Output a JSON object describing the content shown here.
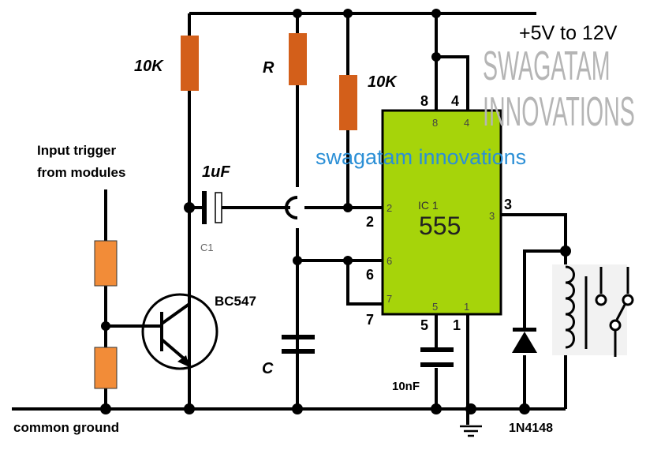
{
  "supply_label": "+5V to 12V",
  "watermark": "swagatam innovations",
  "faded_watermark": "SWAGATAM INNOVATIONS",
  "input_label": [
    "Input trigger",
    "from modules"
  ],
  "ground_label": "common ground",
  "components": {
    "r1": "10K",
    "r_timing": "R",
    "r2": "10K",
    "c1_value": "1uF",
    "c1_ref": "C1",
    "transistor": "BC547",
    "c_timing": "C",
    "c_control": "10nF",
    "diode": "1N4148"
  },
  "ic": {
    "ref": "IC 1",
    "part": "555",
    "pins_inner": [
      "8",
      "4",
      "2",
      "6",
      "7",
      "5",
      "1",
      "3"
    ],
    "pins_outer": [
      "8",
      "4",
      "2",
      "6",
      "7",
      "5",
      "1",
      "3"
    ]
  },
  "colors": {
    "resistor_top": "#d35f1a",
    "resistor_input": "#f28c38",
    "ic_fill": "#a6d40a",
    "watermark": "#2b8fd6"
  }
}
